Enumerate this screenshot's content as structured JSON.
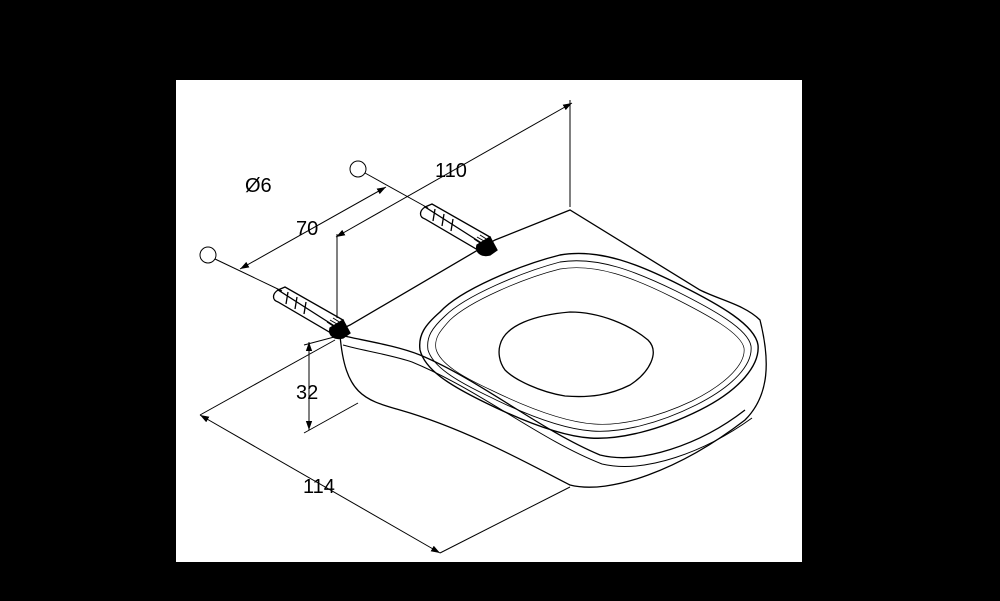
{
  "drawing": {
    "labels": {
      "diameter": "Ø6",
      "spacing": "70",
      "depth": "110",
      "height": "32",
      "width": "114"
    }
  },
  "colors": {
    "background": "#000000",
    "sheet": "#ffffff",
    "line": "#000000"
  }
}
